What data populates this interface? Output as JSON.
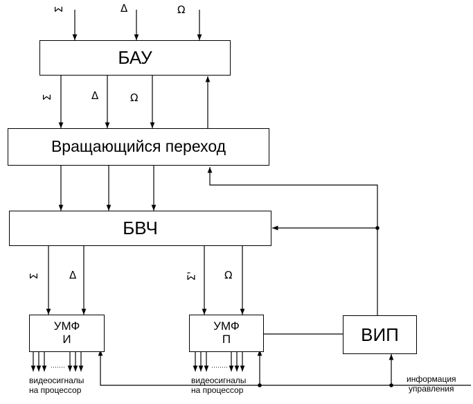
{
  "blocks": {
    "bau": "БАУ",
    "rotary_joint": "Вращающийся переход",
    "bvch": "БВЧ",
    "umf_i_line1": "УМФ",
    "umf_i_line2": "И",
    "umf_p_line1": "УМФ",
    "umf_p_line2": "П",
    "vip": "ВИП"
  },
  "symbols": {
    "sum": "Σ",
    "delta": "Δ",
    "omega": "Ω",
    "sum_prime": "Σ'"
  },
  "labels": {
    "video_left_1": "видеосигналы",
    "video_left_2": "на процессор",
    "video_right_1": "видеосигналы",
    "video_right_2": "на процессор",
    "control_info_1": "информация",
    "control_info_2": "управления"
  }
}
